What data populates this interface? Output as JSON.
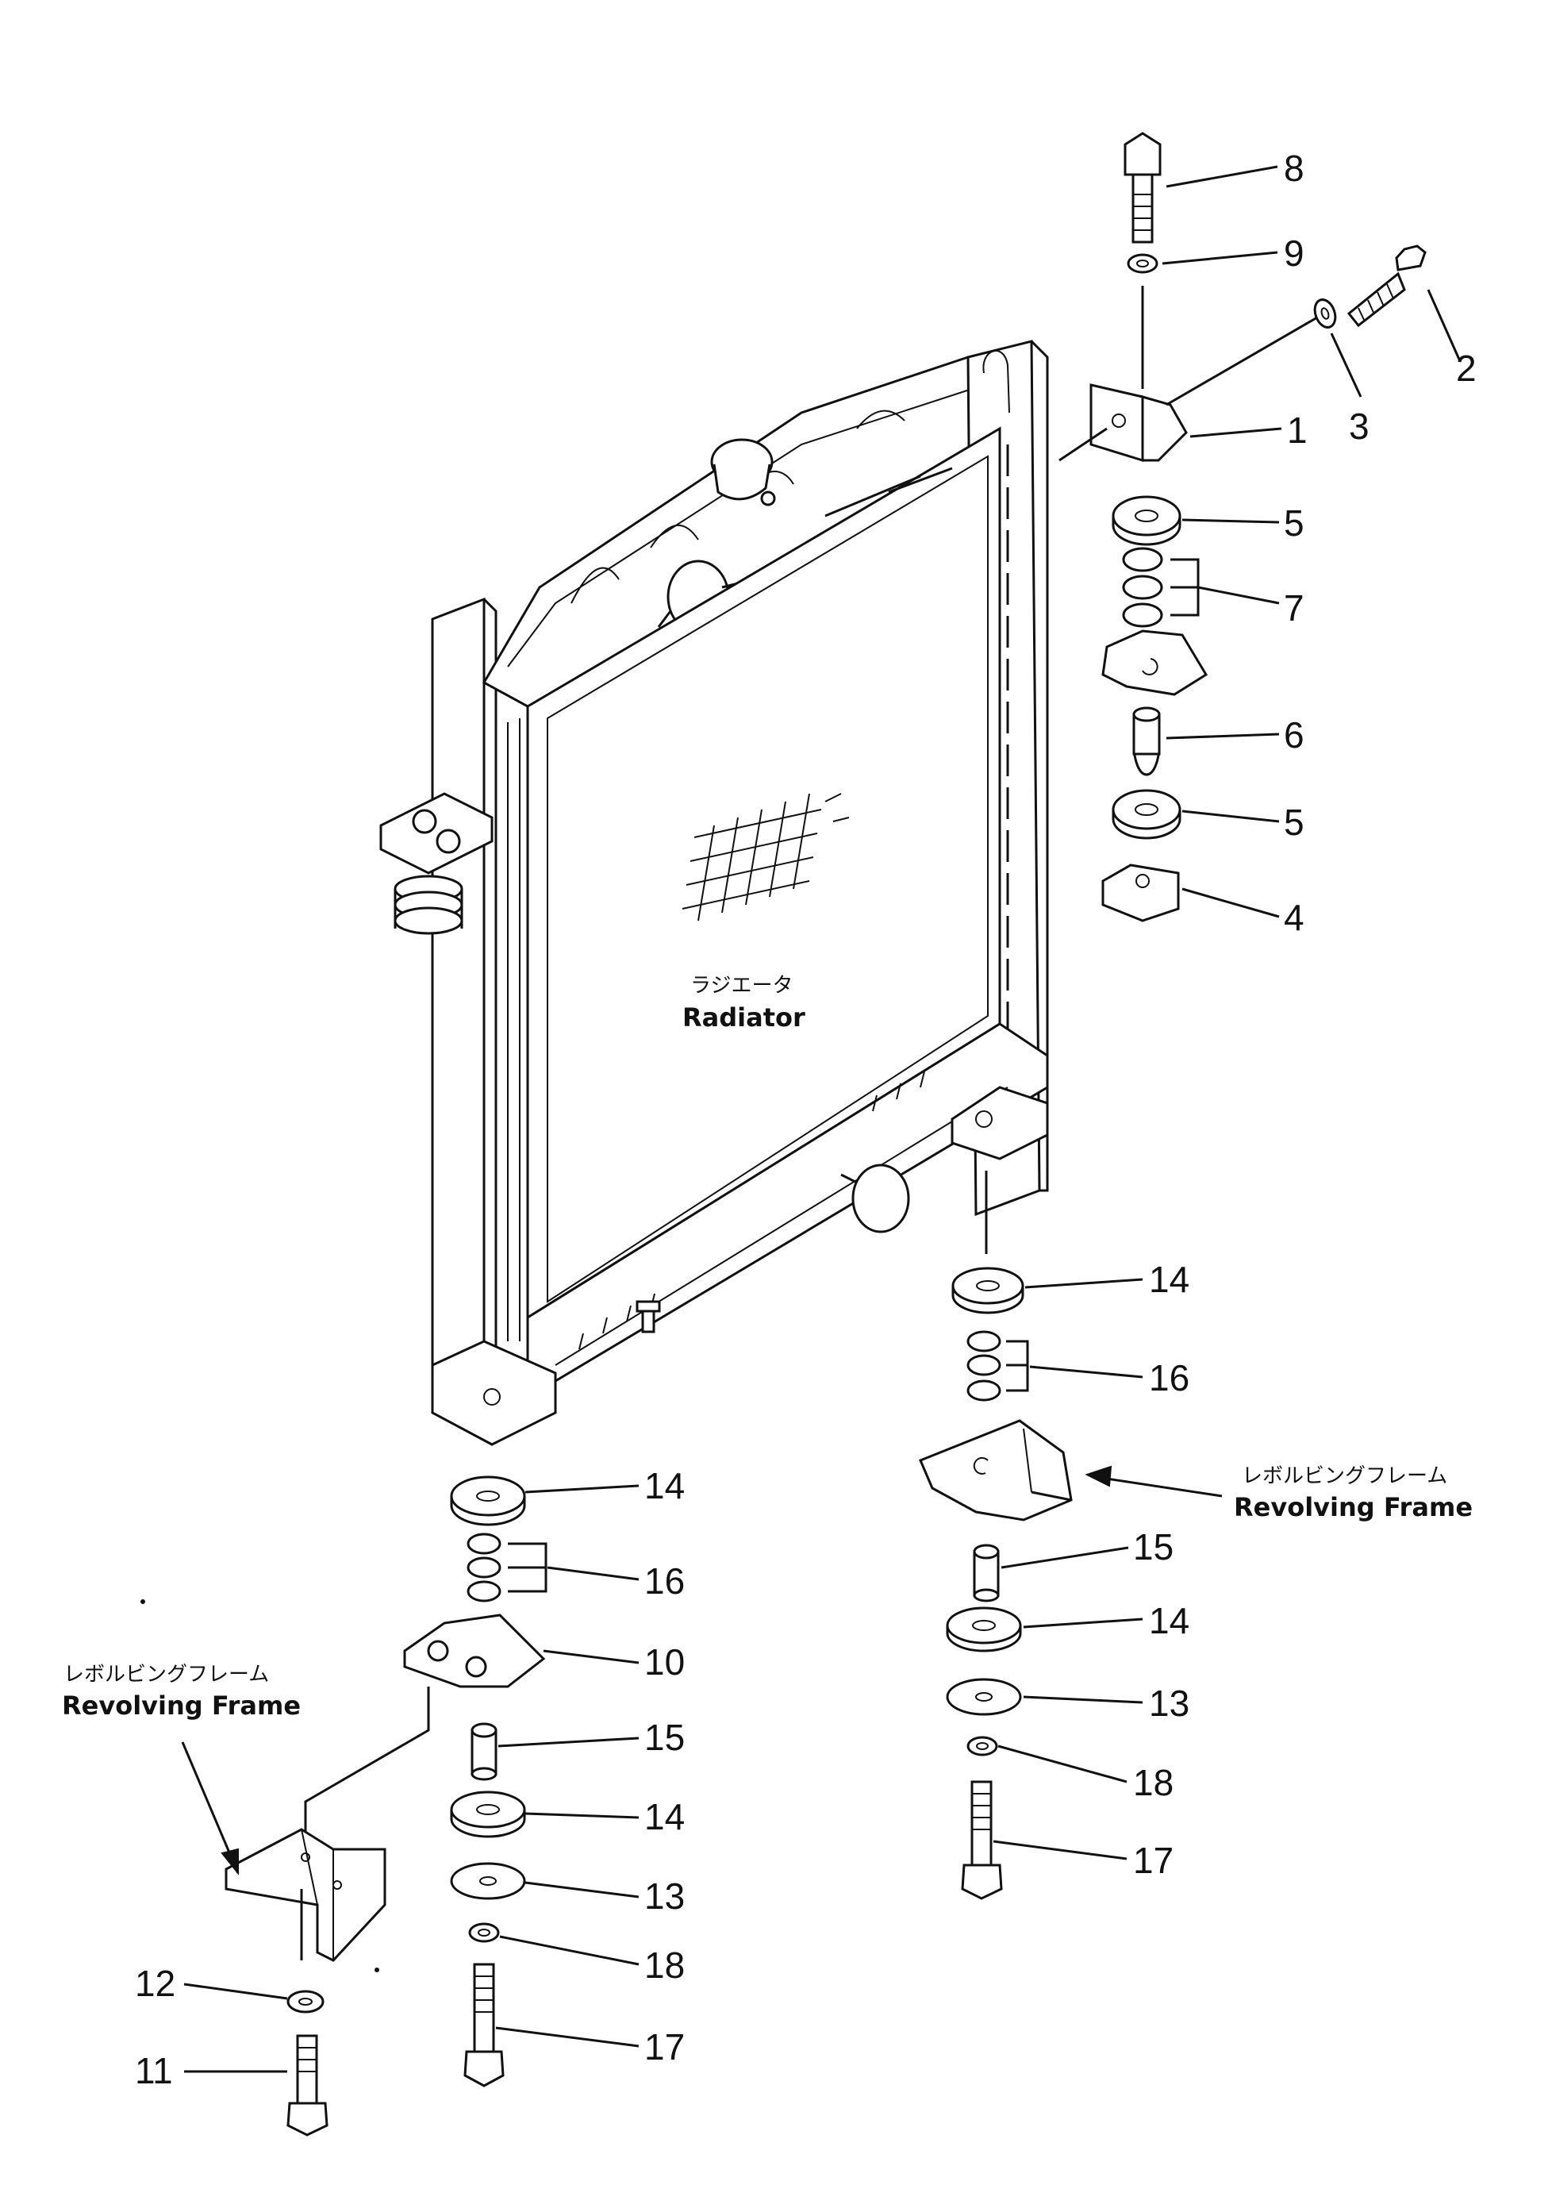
{
  "labels": {
    "radiator_jp": "ラジエータ",
    "radiator_en": "Radiator",
    "frame_jp": "レボルビングフレーム",
    "frame_en": "Revolving Frame"
  },
  "callouts": {
    "n1": "1",
    "n2": "2",
    "n3": "3",
    "n4": "4",
    "n5a": "5",
    "n5b": "5",
    "n6": "6",
    "n7": "7",
    "n8": "8",
    "n9": "9",
    "n10": "10",
    "n11": "11",
    "n12": "12",
    "n13a": "13",
    "n13b": "13",
    "n14a": "14",
    "n14b": "14",
    "n14c": "14",
    "n14d": "14",
    "n15a": "15",
    "n15b": "15",
    "n16a": "16",
    "n16b": "16",
    "n17a": "17",
    "n17b": "17",
    "n18a": "18",
    "n18b": "18"
  }
}
